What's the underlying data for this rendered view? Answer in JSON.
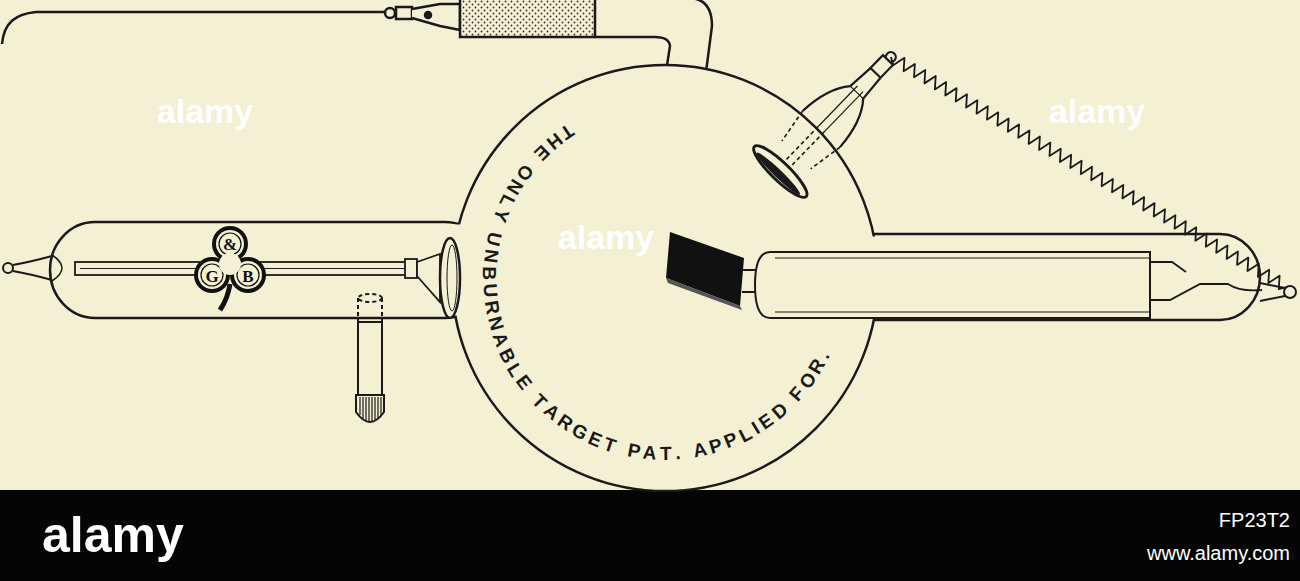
{
  "diagram": {
    "nodes": [
      {
        "text": [
          "&",
          "G",
          "B"
        ]
      }
    ],
    "labels": [
      "alamy",
      "alamy",
      "THE ONLY UNBURNABLE TARGET PAT. APPLIED FOR.",
      "alamy",
      "FP23T2",
      "alamy",
      "www.alamy.com"
    ]
  }
}
